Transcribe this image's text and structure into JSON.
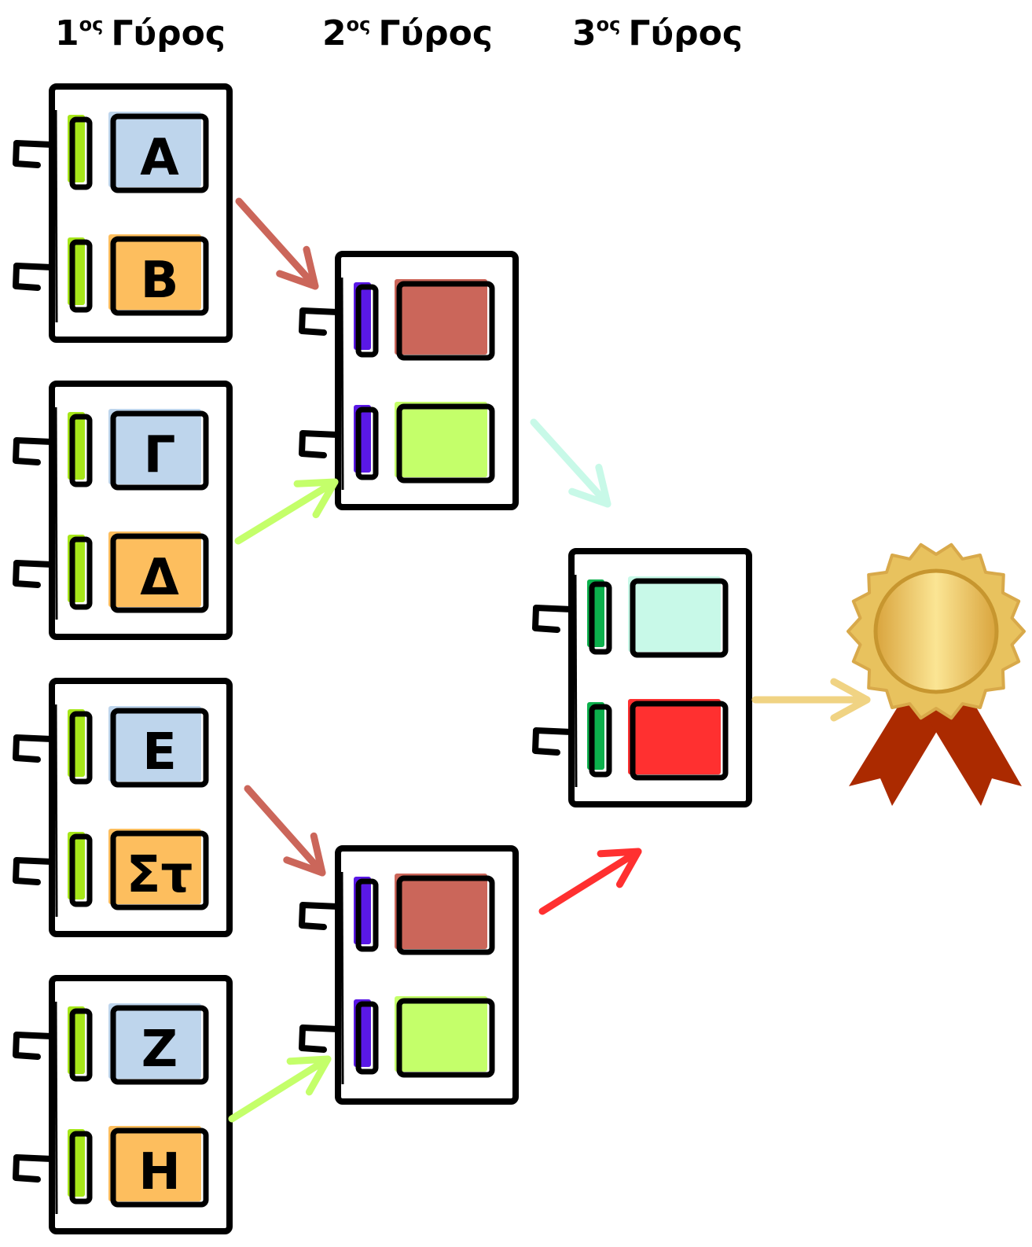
{
  "rounds": [
    {
      "num": "1",
      "sup": "ος",
      "word": "Γύρος"
    },
    {
      "num": "2",
      "sup": "ος",
      "word": "Γύρος"
    },
    {
      "num": "3",
      "sup": "ος",
      "word": "Γύρος"
    }
  ],
  "round1_teams": [
    "Α",
    "Β",
    "Γ",
    "Δ",
    "Ε",
    "Στ",
    "Ζ",
    "Η"
  ],
  "colors": {
    "slot_blue": "#bed5ec",
    "slot_orange": "#fdbe5e",
    "tab_lime": "#a6e61a",
    "tab_purple": "#5a18e6",
    "tab_green": "#0cb04c",
    "winner_brick": "#cb665a",
    "winner_lime": "#c4ff6a",
    "winner_mint": "#c8f9e8",
    "winner_red": "#ff3030",
    "arrow_to_prize": "#f0d383",
    "medal_gold": "#e8c25e",
    "ribbon": "#ab2a00"
  },
  "trophy": {
    "icon": "gold-medal-ribbon-icon"
  }
}
